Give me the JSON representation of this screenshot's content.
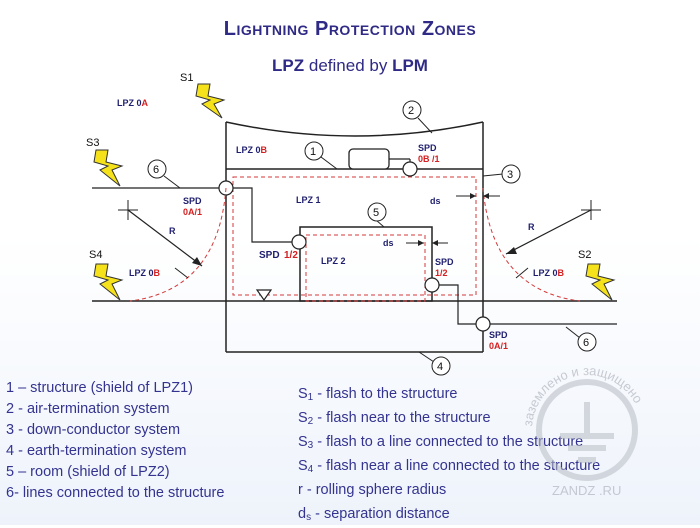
{
  "title": "Lightning Protection Zones",
  "subtitle": {
    "term": "LPZ",
    "middle": "defined by",
    "source": "LPM"
  },
  "diagram": {
    "zone_labels": {
      "outer_top_left": "LPZ 0",
      "outer_top_left_sub": "A",
      "roof_left": "LPZ 0",
      "roof_left_sub": "B",
      "left_ground": "LPZ 0",
      "left_ground_sub": "B",
      "right_ground": "LPZ 0",
      "right_ground_sub": "B",
      "lpz1": "LPZ 1",
      "lpz2": "LPZ 2"
    },
    "spd_labels": {
      "left": {
        "name": "SPD",
        "value": "0A/1"
      },
      "middle": {
        "name": "SPD",
        "value": "1/2"
      },
      "roof": {
        "name": "SPD",
        "value": "0B /1"
      },
      "right": {
        "name": "SPD",
        "value": "1/2"
      },
      "bottom": {
        "name": "SPD",
        "value": "0A/1"
      }
    },
    "strike_labels": [
      "S1",
      "S2",
      "S3",
      "S4"
    ],
    "distance_labels": [
      "ds",
      "ds",
      "R",
      "R"
    ],
    "numbers": [
      "1",
      "2",
      "3",
      "4",
      "5",
      "6",
      "6"
    ]
  },
  "legend_left": [
    "1 – structure (shield of LPZ1)",
    "2 - air-termination system",
    "3 - down-conductor system",
    "4 - earth-termination system",
    "5 – room (shield of LPZ2)",
    "6- lines connected to the structure"
  ],
  "legend_right": [
    {
      "sym": "S",
      "sub": "1",
      "text": " - flash to the structure"
    },
    {
      "sym": "S",
      "sub": "2",
      "text": " - flash near to the structure"
    },
    {
      "sym": "S",
      "sub": "3",
      "text": " - flash to a line connected to the structure"
    },
    {
      "sym": "S",
      "sub": "4",
      "text": " - flash near a line connected to the structure"
    },
    {
      "sym": "r",
      "sub": "",
      "text": " - rolling sphere radius"
    },
    {
      "sym": "d",
      "sub": "s",
      "text": " - separation distance"
    }
  ],
  "watermark": {
    "arc_text": "заземлено и защищено",
    "site": "ZANDZ .RU"
  }
}
